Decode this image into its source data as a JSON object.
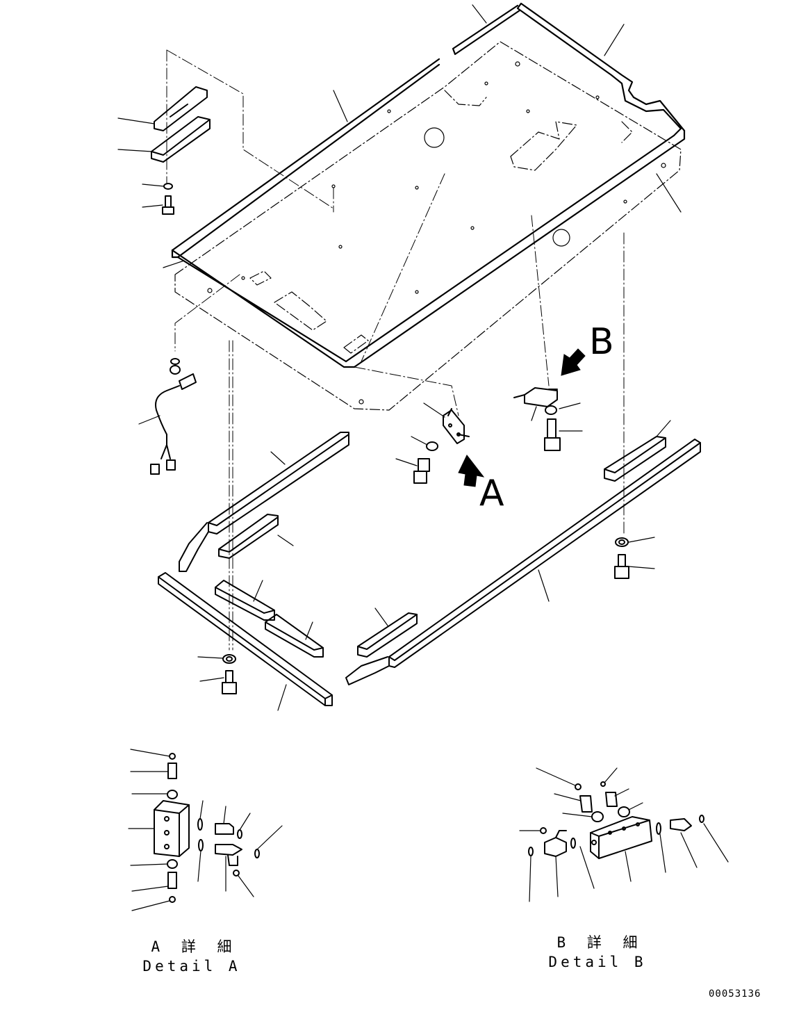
{
  "callouts": {
    "view_a": "A",
    "view_b": "B"
  },
  "details": {
    "a": {
      "jp": "A 詳 細",
      "en": "Detail A"
    },
    "b": {
      "jp": "B 詳 細",
      "en": "Detail B"
    }
  },
  "document_number": "00053136",
  "colors": {
    "ink": "#000000",
    "paper": "#ffffff"
  },
  "icons": [
    "view-arrow-a-icon",
    "view-arrow-b-icon"
  ]
}
